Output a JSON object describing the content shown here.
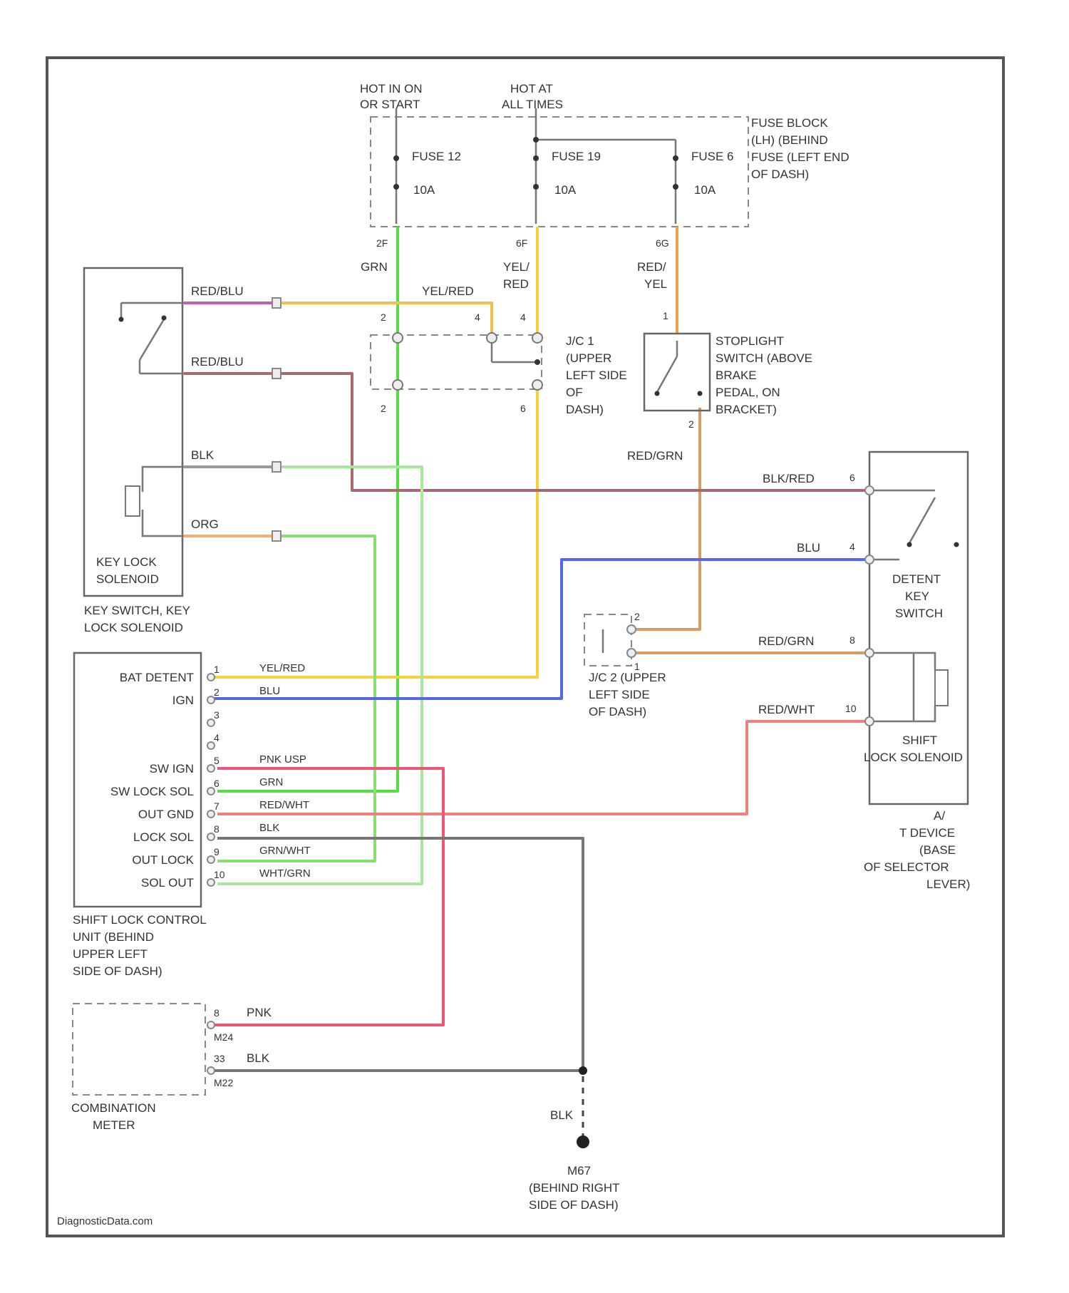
{
  "power": {
    "hot_on_start": [
      "HOT IN ON",
      "OR START"
    ],
    "hot_all_times": [
      "HOT AT",
      "ALL TIMES"
    ]
  },
  "fuse_block": {
    "label": [
      "FUSE BLOCK",
      "(LH) (BEHIND",
      "FUSE (LEFT END",
      "OF DASH)"
    ],
    "fuses": [
      {
        "name": "FUSE 12",
        "rating": "10A"
      },
      {
        "name": "FUSE 19",
        "rating": "10A"
      },
      {
        "name": "FUSE 6",
        "rating": "10A"
      }
    ],
    "out_pins": [
      "2F",
      "6F",
      "6G"
    ]
  },
  "wires": {
    "grn": "GRN",
    "yel_red": [
      "YEL/",
      "RED"
    ],
    "red_yel": [
      "RED/",
      "YEL"
    ],
    "red_blu": "RED/BLU",
    "yel_red_h": "YEL/RED",
    "blk": "BLK",
    "org": "ORG",
    "red_grn": "RED/GRN",
    "blk_red": "BLK/RED",
    "blu": "BLU",
    "red_wht": "RED/WHT"
  },
  "jc1": {
    "label": [
      "J/C 1",
      "(UPPER",
      "LEFT SIDE",
      "OF",
      "DASH)"
    ],
    "pins": [
      "2",
      "4",
      "4",
      "2",
      "6"
    ]
  },
  "stoplight": {
    "label": [
      "STOPLIGHT",
      "SWITCH (ABOVE",
      "BRAKE",
      "PEDAL, ON",
      "BRACKET)"
    ],
    "pins": [
      "1",
      "2"
    ]
  },
  "key_switch": {
    "name": [
      "KEY LOCK",
      "SOLENOID"
    ],
    "caption": [
      "KEY SWITCH, KEY",
      "LOCK SOLENOID"
    ]
  },
  "detent": {
    "name": [
      "DETENT",
      "KEY",
      "SWITCH"
    ],
    "solenoid": [
      "SHIFT",
      "LOCK SOLENOID"
    ],
    "caption": [
      "A/",
      "T DEVICE",
      "(BASE",
      "OF SELECTOR",
      "LEVER)"
    ],
    "pins": [
      "6",
      "4",
      "8",
      "10"
    ]
  },
  "jc2": {
    "label": [
      "J/C 2 (UPPER",
      "LEFT SIDE",
      "OF DASH)"
    ],
    "pins": [
      "2",
      "1"
    ]
  },
  "control_unit": {
    "caption": [
      "SHIFT LOCK CONTROL",
      "UNIT (BEHIND",
      "UPPER LEFT",
      "SIDE OF DASH)"
    ],
    "terminals": [
      {
        "pin": "1",
        "name": "BAT DETENT",
        "wire": "YEL/RED"
      },
      {
        "pin": "2",
        "name": "IGN",
        "wire": "BLU"
      },
      {
        "pin": "3",
        "name": "",
        "wire": ""
      },
      {
        "pin": "4",
        "name": "",
        "wire": ""
      },
      {
        "pin": "5",
        "name": "SW IGN",
        "wire": "PNK USP"
      },
      {
        "pin": "6",
        "name": "SW LOCK SOL",
        "wire": "GRN"
      },
      {
        "pin": "7",
        "name": "OUT GND",
        "wire": "RED/WHT"
      },
      {
        "pin": "8",
        "name": "LOCK SOL",
        "wire": "BLK"
      },
      {
        "pin": "9",
        "name": "OUT LOCK",
        "wire": "GRN/WHT"
      },
      {
        "pin": "10",
        "name": "SOL OUT",
        "wire": "WHT/GRN"
      }
    ]
  },
  "meter": {
    "caption": [
      "COMBINATION",
      "METER"
    ],
    "pins": [
      {
        "pin": "8",
        "sub": "M24",
        "wire": "PNK"
      },
      {
        "pin": "33",
        "sub": "M22",
        "wire": "BLK"
      }
    ]
  },
  "ground": {
    "wire": "BLK",
    "label": [
      "M67",
      "(BEHIND RIGHT",
      "SIDE OF DASH)"
    ]
  },
  "footer": "DiagnosticData.com"
}
